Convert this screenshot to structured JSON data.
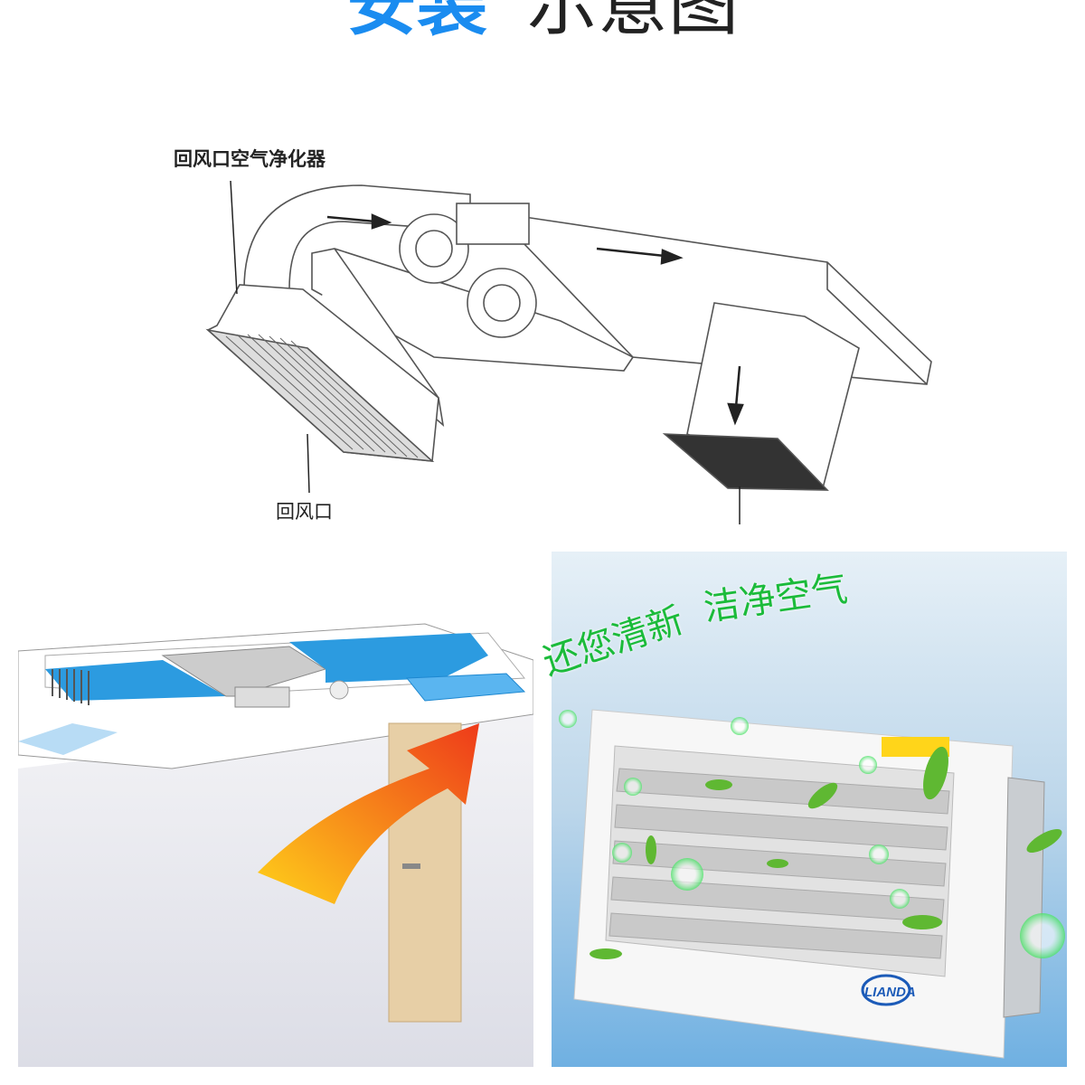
{
  "title": {
    "highlight": "安装",
    "rest": "示意图",
    "highlight_color": "#1a8cf0"
  },
  "diagram": {
    "label_purifier": "回风口空气净化器",
    "label_return_vent": "回风口"
  },
  "product_panel": {
    "slogan_line1": "还您清新",
    "slogan_line2": "洁净空气",
    "slogan_color": "#1bbb3a",
    "brand": "LIANDA"
  }
}
